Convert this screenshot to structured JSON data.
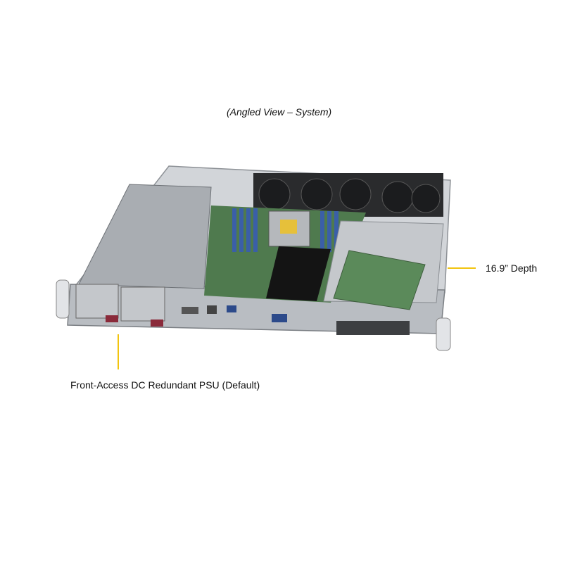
{
  "captions": {
    "view": "(Angled View – System)",
    "depth": "16.9” Depth",
    "psu": "Front-Access  DC Redundant  PSU (Default)"
  },
  "colors": {
    "callout_line": "#f2c40f",
    "chassis": "#c9ccd0",
    "dimm": "#3a5fa8",
    "board": "#4f7a4e",
    "heatsink": "#141414",
    "handle": "#8a2a3a"
  },
  "image": {
    "subject": "1U server system angled view",
    "icons": [
      "server-chassis-illustration"
    ]
  }
}
